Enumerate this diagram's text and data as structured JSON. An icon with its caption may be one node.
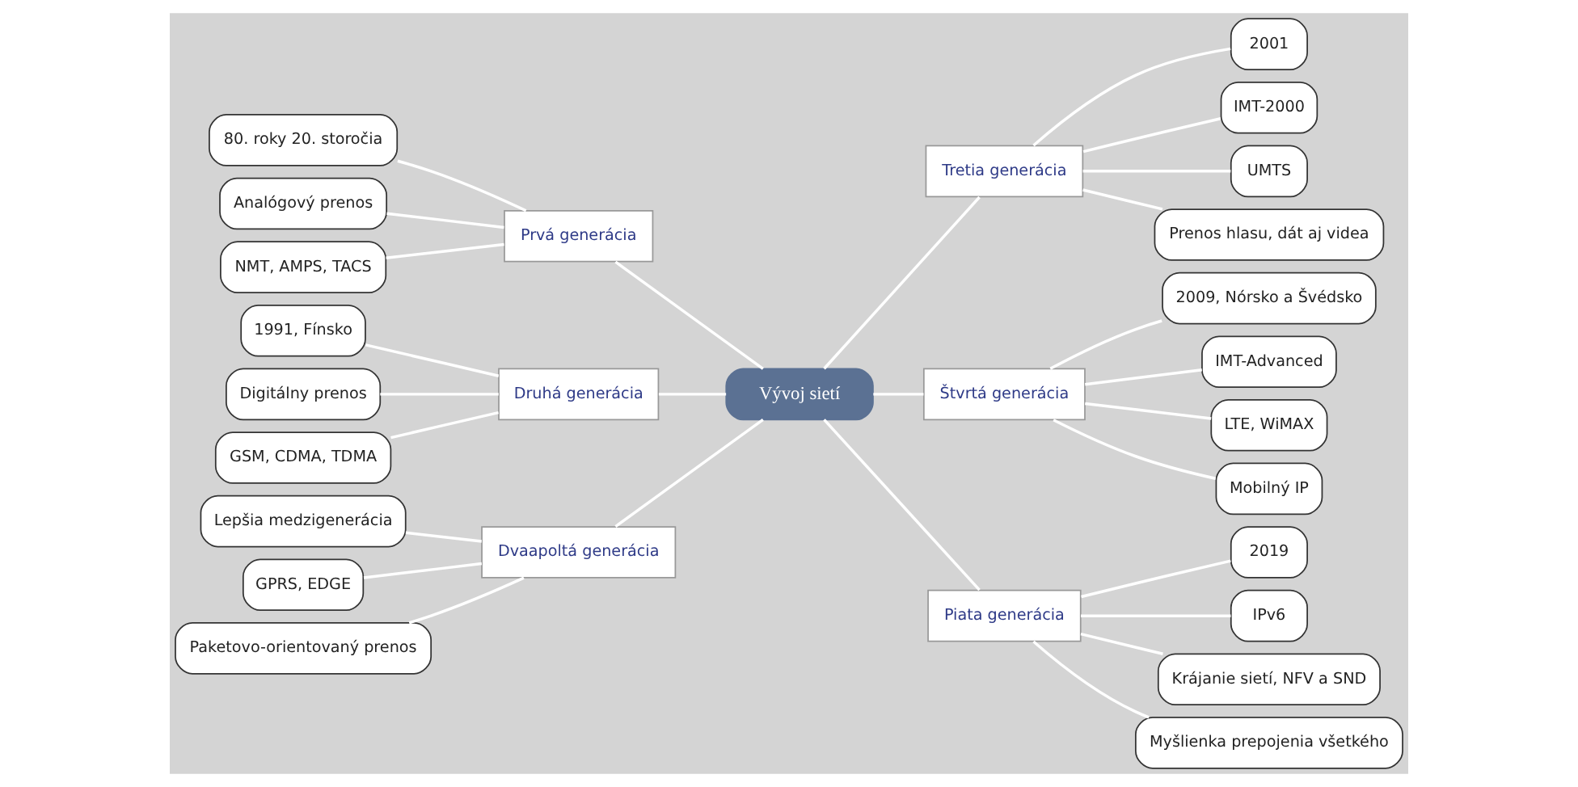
{
  "diagram": {
    "nodes": [
      {
        "text": [
          "Vývoj sietí"
        ]
      },
      {
        "text": [
          "Prvá generácia"
        ]
      },
      {
        "text": [
          "80. roky 20. storočia"
        ]
      },
      {
        "text": [
          "Analógový prenos"
        ]
      },
      {
        "text": [
          "NMT, AMPS, TACS"
        ]
      },
      {
        "text": [
          "Druhá generácia"
        ]
      },
      {
        "text": [
          "1991, Fínsko"
        ]
      },
      {
        "text": [
          "Digitálny prenos"
        ]
      },
      {
        "text": [
          "GSM, CDMA, TDMA"
        ]
      },
      {
        "text": [
          "Dvaapoltá generácia"
        ]
      },
      {
        "text": [
          "Lepšia medzigenerácia"
        ]
      },
      {
        "text": [
          "GPRS, EDGE"
        ]
      },
      {
        "text": [
          "Paketovo-orientovaný prenos"
        ]
      },
      {
        "text": [
          "Tretia generácia"
        ]
      },
      {
        "text": [
          "2001"
        ]
      },
      {
        "text": [
          "IMT-2000"
        ]
      },
      {
        "text": [
          "UMTS"
        ]
      },
      {
        "text": [
          "Prenos hlasu, dát aj videa"
        ]
      },
      {
        "text": [
          "Štvrtá generácia"
        ]
      },
      {
        "text": [
          "2009, Nórsko a Švédsko"
        ]
      },
      {
        "text": [
          "IMT-Advanced"
        ]
      },
      {
        "text": [
          "LTE, WiMAX"
        ]
      },
      {
        "text": [
          "Mobilný IP"
        ]
      },
      {
        "text": [
          "Piata generácia"
        ]
      },
      {
        "text": [
          "2019"
        ]
      },
      {
        "text": [
          "IPv6"
        ]
      },
      {
        "text": [
          "Krájanie sietí, NFV a SND"
        ]
      },
      {
        "text": [
          "Myšlienka prepojenia všetkého"
        ]
      }
    ],
    "edges": [
      {
        "from": 0,
        "to": 1,
        "arrow": "none"
      },
      {
        "from": 1,
        "to": 2,
        "arrow": "none"
      },
      {
        "from": 1,
        "to": 3,
        "arrow": "none"
      },
      {
        "from": 1,
        "to": 4,
        "arrow": "none"
      },
      {
        "from": 0,
        "to": 5,
        "arrow": "none"
      },
      {
        "from": 5,
        "to": 6,
        "arrow": "none"
      },
      {
        "from": 5,
        "to": 7,
        "arrow": "none"
      },
      {
        "from": 5,
        "to": 8,
        "arrow": "none"
      },
      {
        "from": 0,
        "to": 9,
        "arrow": "none"
      },
      {
        "from": 9,
        "to": 10,
        "arrow": "none"
      },
      {
        "from": 9,
        "to": 11,
        "arrow": "none"
      },
      {
        "from": 9,
        "to": 12,
        "arrow": "none"
      },
      {
        "from": 0,
        "to": 13,
        "arrow": "none"
      },
      {
        "from": 13,
        "to": 14,
        "arrow": "none"
      },
      {
        "from": 13,
        "to": 15,
        "arrow": "none"
      },
      {
        "from": 13,
        "to": 16,
        "arrow": "none"
      },
      {
        "from": 13,
        "to": 17,
        "arrow": "none"
      },
      {
        "from": 0,
        "to": 18,
        "arrow": "none"
      },
      {
        "from": 18,
        "to": 19,
        "arrow": "none"
      },
      {
        "from": 18,
        "to": 20,
        "arrow": "none"
      },
      {
        "from": 18,
        "to": 21,
        "arrow": "none"
      },
      {
        "from": 18,
        "to": 22,
        "arrow": "none"
      },
      {
        "from": 0,
        "to": 23,
        "arrow": "none"
      },
      {
        "from": 23,
        "to": 24,
        "arrow": "none"
      },
      {
        "from": 23,
        "to": 25,
        "arrow": "none"
      },
      {
        "from": 23,
        "to": 26,
        "arrow": "none"
      },
      {
        "from": 23,
        "to": 27,
        "arrow": "none"
      }
    ]
  }
}
